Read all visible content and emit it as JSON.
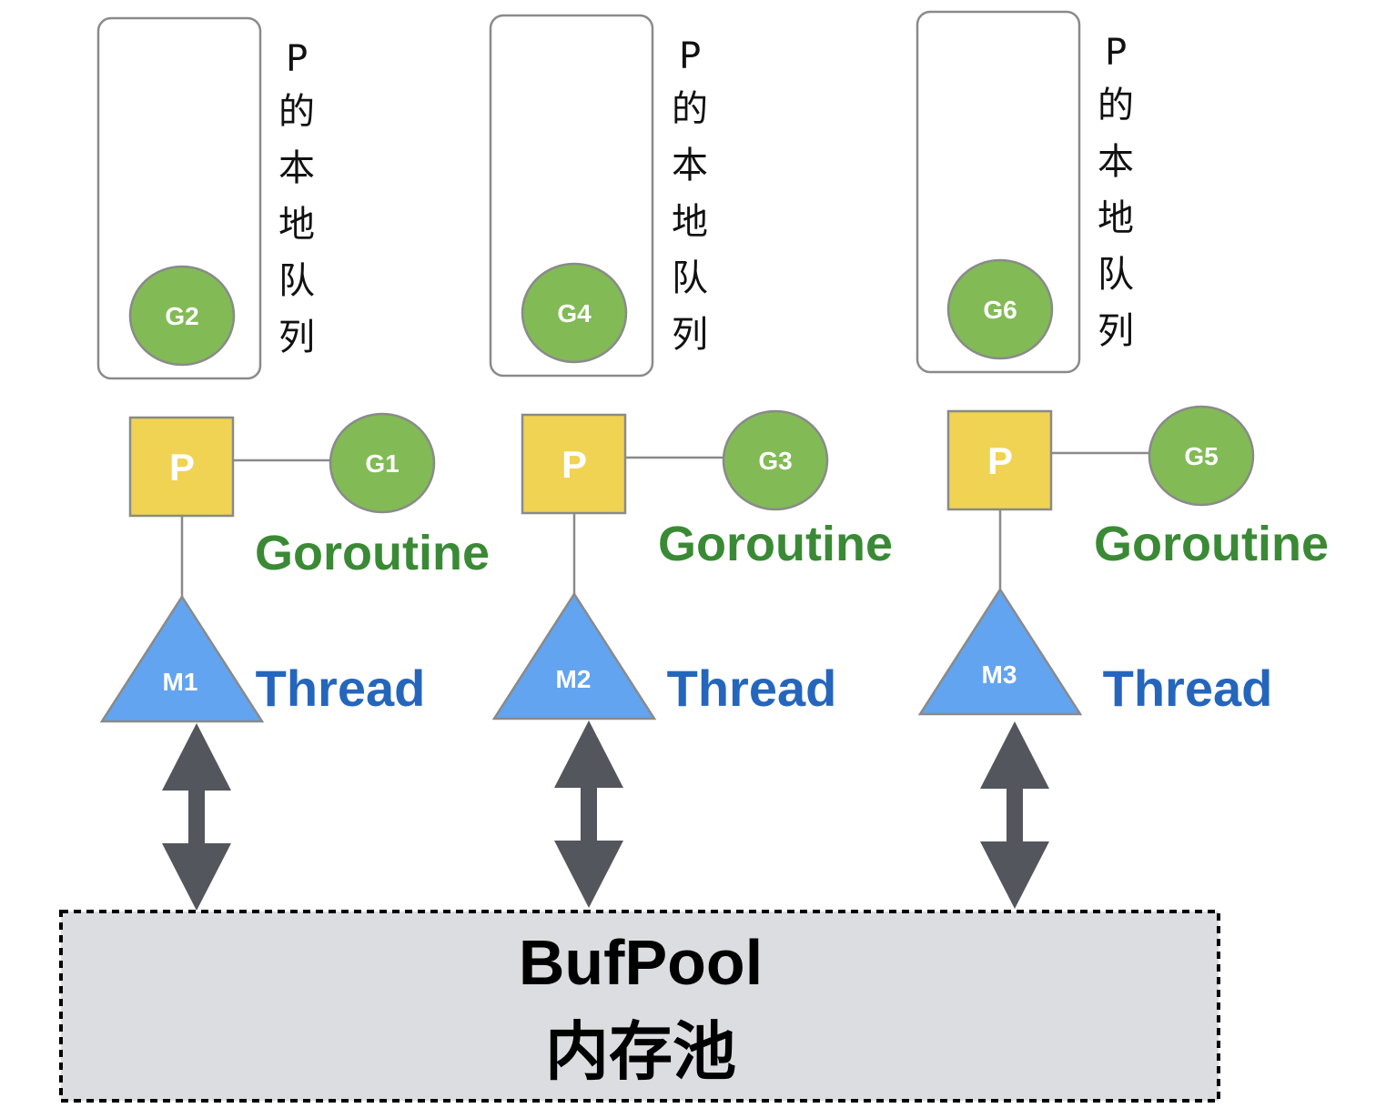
{
  "diagram": {
    "columns": [
      {
        "queue_label_chars": [
          "P",
          "的",
          "本",
          "地",
          "队",
          "列"
        ],
        "queued_goroutine": "G2",
        "processor": "P",
        "running_goroutine": "G1",
        "goroutine_caption": "Goroutine",
        "machine": "M1",
        "thread_caption": "Thread"
      },
      {
        "queue_label_chars": [
          "P",
          "的",
          "本",
          "地",
          "队",
          "列"
        ],
        "queued_goroutine": "G4",
        "processor": "P",
        "running_goroutine": "G3",
        "goroutine_caption": "Goroutine",
        "machine": "M2",
        "thread_caption": "Thread"
      },
      {
        "queue_label_chars": [
          "P",
          "的",
          "本",
          "地",
          "队",
          "列"
        ],
        "queued_goroutine": "G6",
        "processor": "P",
        "running_goroutine": "G5",
        "goroutine_caption": "Goroutine",
        "machine": "M3",
        "thread_caption": "Thread"
      }
    ],
    "pool": {
      "title": "BufPool",
      "subtitle": "内存池"
    },
    "colors": {
      "goroutine_fill": "#82bb55",
      "processor_fill": "#f0d352",
      "machine_fill": "#62a4f0",
      "arrow_fill": "#53565c",
      "outline": "#8a8a8a",
      "pool_fill": "#dcdde0",
      "goroutine_text": "#3a8a35",
      "thread_text": "#2566bd"
    }
  }
}
